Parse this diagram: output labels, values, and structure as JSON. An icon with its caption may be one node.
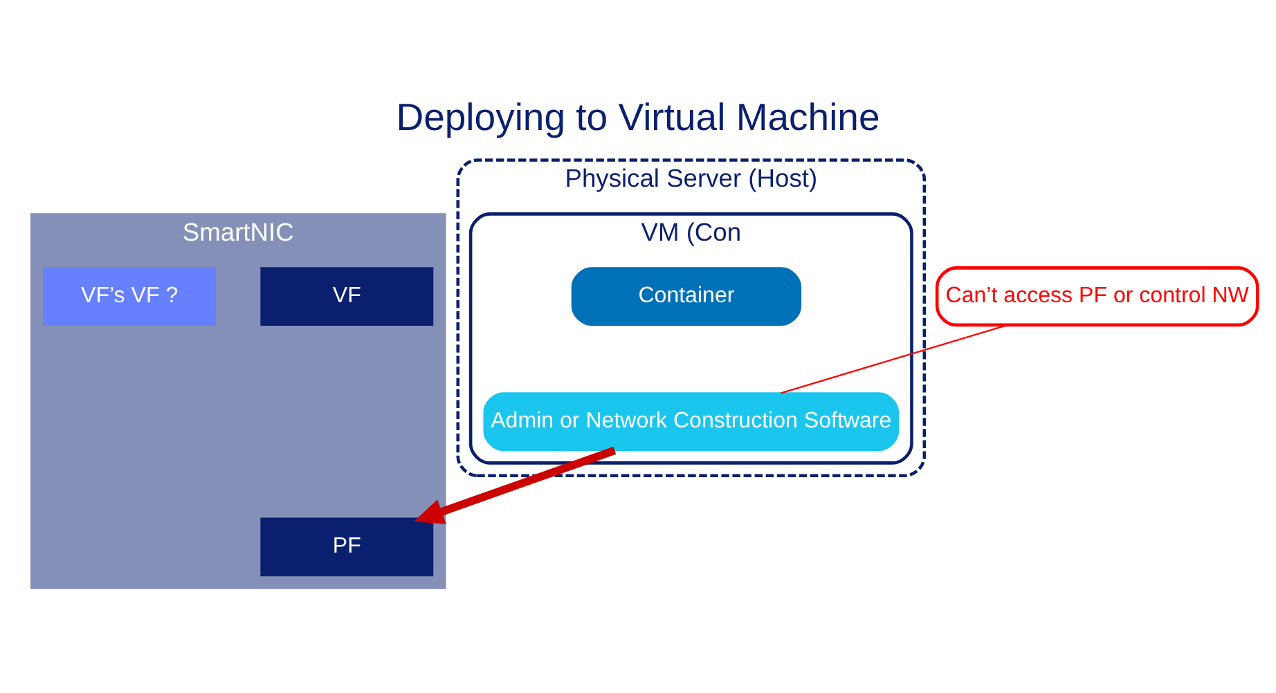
{
  "diagram": {
    "title": "Deploying to Virtual Machine",
    "nodes": [
      {
        "text": [
          "Physical Server (Host)"
        ]
      },
      {
        "text": [
          "VM (Con"
        ],
        "in": 0
      },
      {
        "text": [
          "Can’t access PF or control NW"
        ]
      },
      {
        "text": [
          "Admin or Network Construction Software"
        ],
        "in": 1
      },
      {
        "text": [
          "Container"
        ],
        "in": 1
      },
      {
        "text": [
          "SmartNIC"
        ]
      },
      {
        "text": [
          "PF"
        ],
        "in": 5
      },
      {
        "text": [
          "VF"
        ],
        "in": 5
      },
      {
        "text": [
          "VF’s VF ?"
        ],
        "in": 5
      }
    ],
    "edges": [
      {
        "from": 2,
        "to": 3,
        "arrow": "none",
        "color": "#ff0000"
      },
      {
        "from": 3,
        "to": 6,
        "arrow": "to",
        "style": "thick",
        "color": "#cc0000"
      }
    ]
  }
}
